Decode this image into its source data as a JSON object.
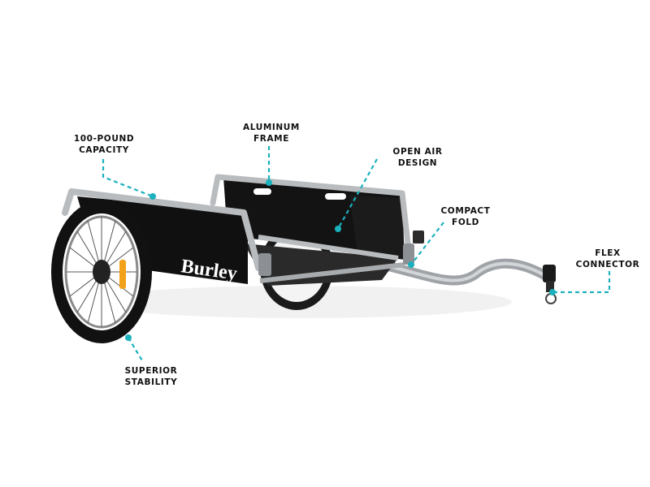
{
  "brand": {
    "logo_text": "Burley"
  },
  "accent_color": "#1bb1bd",
  "frame_color": "#b9bcbf",
  "fabric_color": "#141414",
  "callouts": {
    "capacity": {
      "line1": "100-POUND",
      "line2": "CAPACITY"
    },
    "frame": {
      "line1": "ALUMINUM",
      "line2": "FRAME"
    },
    "design": {
      "line1": "OPEN AIR",
      "line2": "DESIGN"
    },
    "fold": {
      "line1": "COMPACT",
      "line2": "FOLD"
    },
    "connector": {
      "line1": "FLEX",
      "line2": "CONNECTOR"
    },
    "stability": {
      "line1": "SUPERIOR",
      "line2": "STABILITY"
    }
  }
}
